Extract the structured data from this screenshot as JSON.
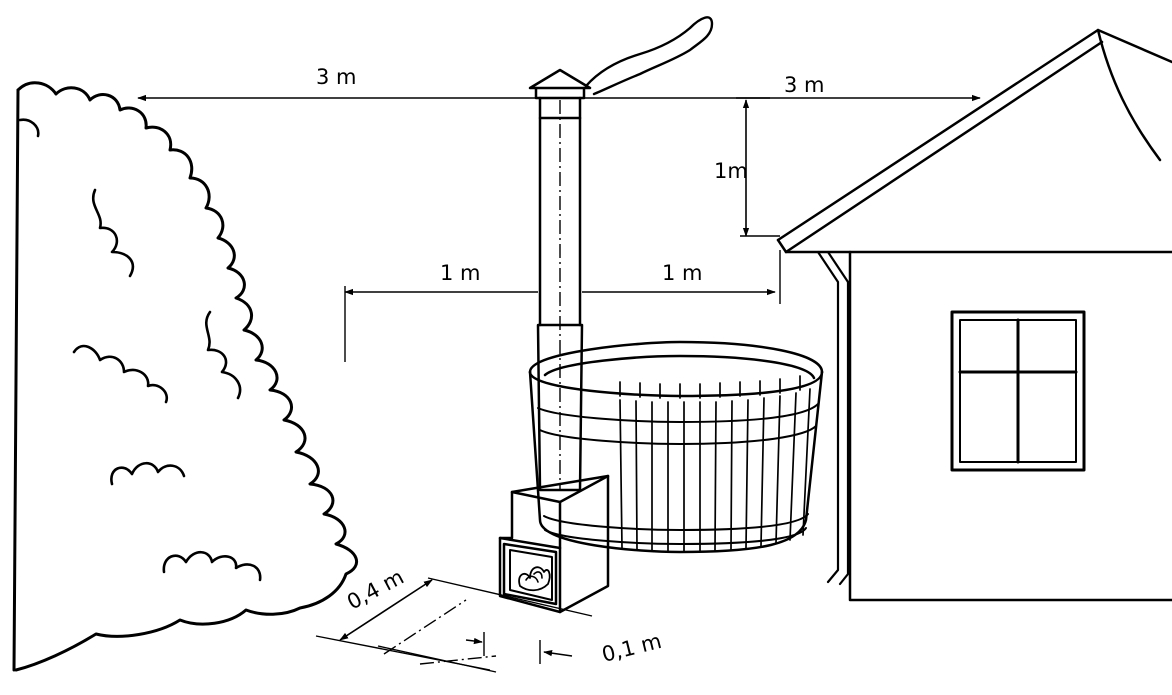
{
  "diagram": {
    "dimensions": {
      "chimney_to_tree": "3 m",
      "chimney_to_roof": "3 m",
      "height_above_roof_edge": "1m",
      "stove_to_tree": "1 m",
      "stove_to_house": "1 m",
      "base_depth": "0,4 m",
      "base_margin": "0,1 m"
    }
  }
}
